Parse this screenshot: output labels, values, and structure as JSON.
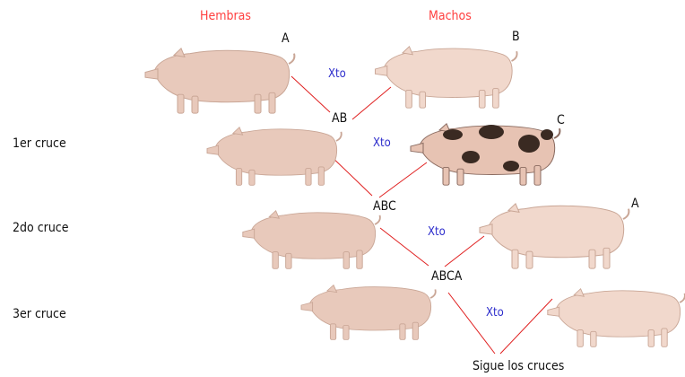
{
  "headers": {
    "females": "Hembras",
    "males": "Machos"
  },
  "generations": [
    "1er  cruce",
    "2do  cruce",
    "3er  cruce"
  ],
  "breed_labels": {
    "a1": "A",
    "b": "B",
    "c": "C",
    "a2": "A"
  },
  "cross_labels": [
    "Xto",
    "Xto",
    "Xto",
    "Xto"
  ],
  "offspring": [
    "AB",
    "ABC",
    "ABCA"
  ],
  "footer": "Sigue los cruces",
  "colors": {
    "header": "#ff4040",
    "cross": "#2d2dcc",
    "line": "#e02020",
    "pig_pink": "#e8c9bb",
    "pig_spot": "#3a2a22"
  },
  "icons": [
    "pig-female",
    "pig-male",
    "pig-spotted-male"
  ]
}
